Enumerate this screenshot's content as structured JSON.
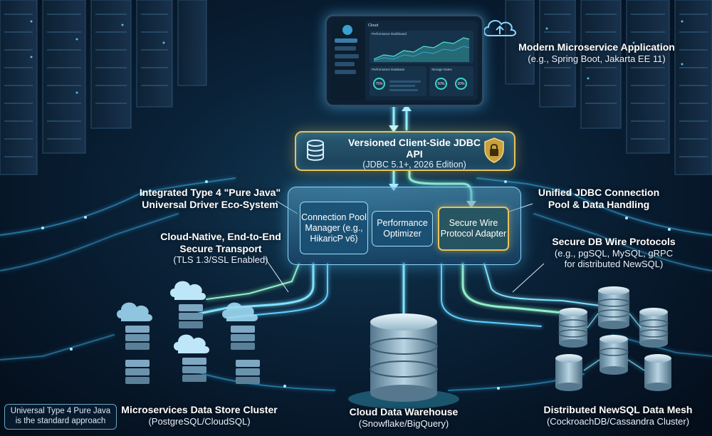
{
  "app": {
    "title": "Modern Microservice Application",
    "subtitle": "(e.g., Spring Boot, Jakarta EE 11)"
  },
  "tablet": {
    "brand": "Cloud",
    "dashboard_title": "Performance Dashboard",
    "panel1_title": "Performance Database",
    "panel2_title": "Storage Dates",
    "ring1": "75%",
    "ring2": "50%",
    "ring3": "30%"
  },
  "api": {
    "title": "Versioned Client-Side JDBC API",
    "subtitle": "(JDBC 5.1+, 2026 Edition)"
  },
  "driver_label": {
    "line1": "Integrated Type 4 \"Pure Java\"",
    "line2": "Universal Driver Eco-System"
  },
  "pool_label": {
    "line1": "Unified JDBC Connection",
    "line2": "Pool & Data Handling"
  },
  "components": {
    "pool_manager": "Connection Pool Manager (e.g., HikaricP v6)",
    "optimizer": "Performance Optimizer",
    "adapter": "Secure Wire Protocol Adapter"
  },
  "transport": {
    "line1": "Cloud-Native, End-to-End",
    "line2": "Secure Transport",
    "sub": "(TLS 1.3/SSL Enabled)"
  },
  "protocols": {
    "title": "Secure DB Wire Protocols",
    "sub1": "(e.g., pgSQL, MySQL, gRPC",
    "sub2": "for distributed NewSQL)"
  },
  "stores": [
    {
      "title": "Microservices Data Store Cluster",
      "subtitle": "(PostgreSQL/CloudSQL)"
    },
    {
      "title": "Cloud Data Warehouse",
      "subtitle": "(Snowflake/BigQuery)"
    },
    {
      "title": "Distributed NewSQL Data Mesh",
      "subtitle": "(CockroachDB/Cassandra Cluster)"
    }
  ],
  "note": "Universal Type 4 Pure Java is the standard approach",
  "colors": {
    "accent": "#7fe3ff",
    "gold": "#e8c25a",
    "green": "#7ef0a8",
    "bg": "#0a2238"
  },
  "icons": [
    "cloud-icon",
    "database-icon",
    "shield-lock-icon",
    "server-rack-icon",
    "cloud-server-icon",
    "cylinder-database-icon"
  ]
}
